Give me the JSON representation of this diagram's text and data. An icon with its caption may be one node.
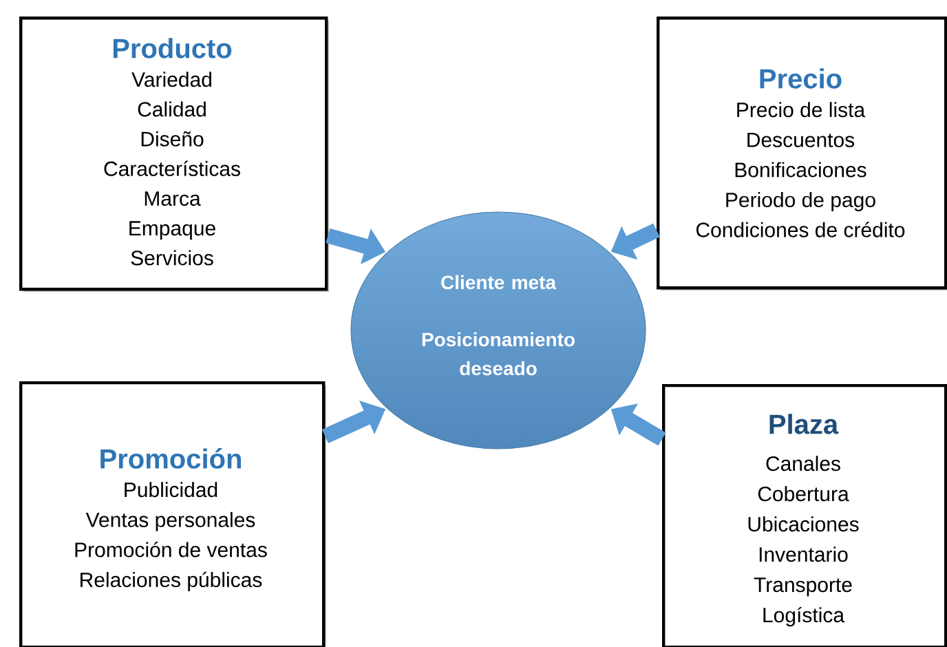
{
  "diagram": {
    "nodes": [
      {
        "text": [
          "Producto",
          "Variedad",
          "Calidad",
          "Diseño",
          "Características",
          "Marca",
          "Empaque",
          "Servicios"
        ]
      },
      {
        "text": [
          "Precio",
          "Precio de lista",
          "Descuentos",
          "Bonificaciones",
          "Periodo de pago",
          "Condiciones de crédito"
        ]
      },
      {
        "text": [
          "Promoción",
          "Publicidad",
          "Ventas personales",
          "Promoción de ventas",
          "Relaciones públicas"
        ]
      },
      {
        "text": [
          "Plaza",
          "Canales",
          "Cobertura",
          "Ubicaciones",
          "Inventario",
          "Transporte",
          "Logística"
        ]
      },
      {
        "text": [
          "Cliente meta",
          "Posicionamiento deseado"
        ]
      }
    ],
    "edges": [
      {
        "from": 0,
        "to": 4,
        "arrow": "to"
      },
      {
        "from": 1,
        "to": 4,
        "arrow": "to"
      },
      {
        "from": 2,
        "to": 4,
        "arrow": "to"
      },
      {
        "from": 3,
        "to": 4,
        "arrow": "to"
      }
    ]
  }
}
